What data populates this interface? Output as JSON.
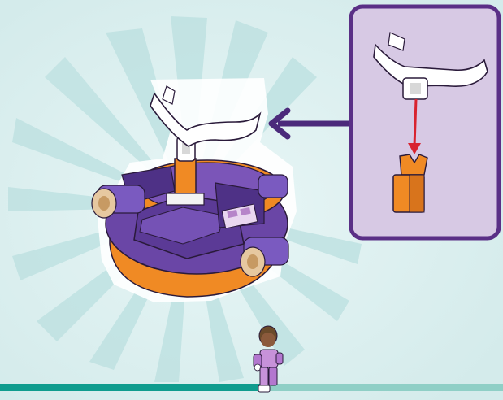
{
  "scene": {
    "main_model": "hover-vehicle-with-white-claw",
    "callout": {
      "detail_parts": [
        "white-claw-piece",
        "orange-clip-piece"
      ],
      "connection_direction": "down"
    },
    "progress_figure": "minifigure-walking"
  },
  "colors": {
    "background": "#d6ecec",
    "burst": "#c2e3e3",
    "callout_border": "#5a2f86",
    "callout_fill": "#d7c9e4",
    "arrow": "#4b2a7b",
    "purple_brick": "#6a46a6",
    "orange_brick": "#f08a24",
    "connector_arrow": "#d8232f",
    "progress_bar": "#0f9c8e",
    "progress_bar_track": "#8fcfc6"
  }
}
